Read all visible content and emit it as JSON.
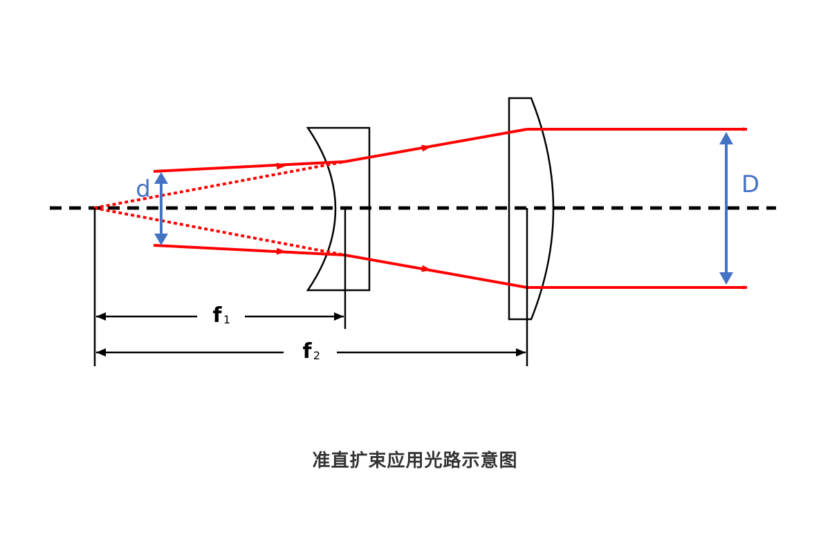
{
  "diagram": {
    "label_d": "d",
    "label_D": "D",
    "label_f1_main": "f",
    "label_f1_sub": "1",
    "label_f2_main": "f",
    "label_f2_sub": "2"
  },
  "caption": "准直扩束应用光路示意图",
  "colors": {
    "ray": "#ff0000",
    "diameter": "#4472c4",
    "axis": "#000000",
    "lens": "#000000",
    "caption": "#333333"
  }
}
